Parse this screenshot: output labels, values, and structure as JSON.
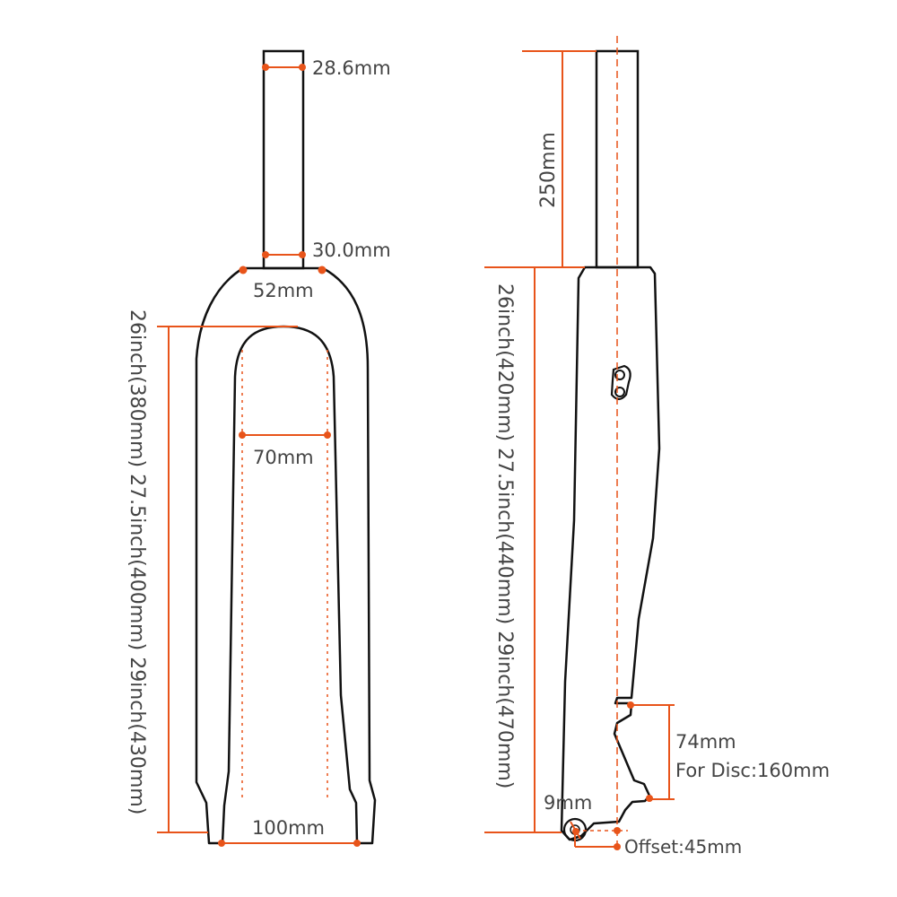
{
  "colors": {
    "outline": "#111111",
    "dimension": "#e8541a",
    "text": "#444444"
  },
  "front_view": {
    "steerer_top_width": "28.6mm",
    "steerer_bottom_width": "30.0mm",
    "crown_width": "52mm",
    "inner_width": "70mm",
    "axle_spacing": "100mm",
    "length_label": "26inch(380mm) 27.5inch(400mm) 29inch(430mm)"
  },
  "side_view": {
    "steerer_length": "250mm",
    "length_label": "26inch(420mm) 27.5inch(440mm) 29inch(470mm)",
    "caliper_mount": "74mm",
    "disc_label": "For Disc:160mm",
    "dropout_label": "9mm",
    "offset_label": "Offset:45mm"
  }
}
